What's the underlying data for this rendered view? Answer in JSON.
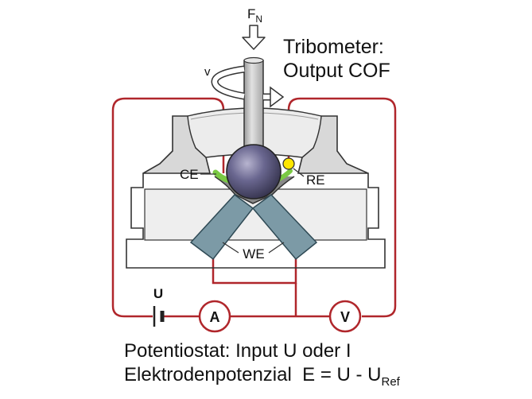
{
  "labels": {
    "normal_force": "F",
    "normal_force_sub": "N",
    "velocity": "v",
    "tribometer_line1": "Tribometer:",
    "tribometer_line2": "Output COF",
    "counter_electrode": "CE",
    "reference_electrode": "RE",
    "working_electrode": "WE",
    "voltage_source": "U",
    "ammeter": "A",
    "voltmeter": "V",
    "potentiostat_line1": "Potentiostat: Input U oder I",
    "potentiostat_line2": "Elektrodenpotenzial  E = U - U",
    "potentiostat_line2_sub": "Ref"
  },
  "colors": {
    "wire": "#b0262b",
    "cell_body": "#d6d6d6",
    "cell_inner": "#ececec",
    "cell_outline": "#333333",
    "rod": "#c8c8c8",
    "ball": "#5e5b80",
    "working_electrode": "#7c9aa6",
    "counter_electrode": "#7ac943",
    "reference_electrode": "#ffe600",
    "arrow": "#ffffff"
  }
}
